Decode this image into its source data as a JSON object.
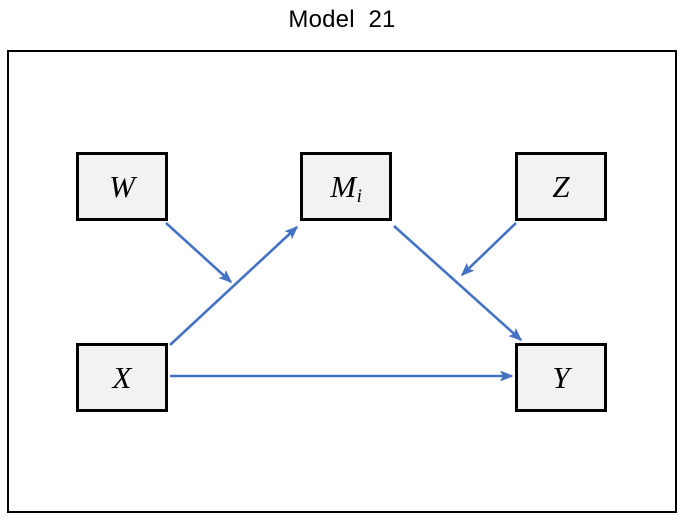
{
  "title": "Model  21",
  "frame": {
    "border_color": "#000000",
    "background": "#ffffff"
  },
  "style": {
    "arrow_color": "#4472C4",
    "box_fill": "#F2F2F2",
    "box_border": "#000000",
    "text_color": "#000000"
  },
  "nodes": [
    {
      "id": "W",
      "label": "W",
      "role": "moderator-of-a-path"
    },
    {
      "id": "M",
      "label": "M",
      "subscript": "i",
      "role": "mediator"
    },
    {
      "id": "Z",
      "label": "Z",
      "role": "moderator-of-b-path"
    },
    {
      "id": "X",
      "label": "X",
      "role": "independent-variable"
    },
    {
      "id": "Y",
      "label": "Y",
      "role": "dependent-variable"
    }
  ],
  "edges": [
    {
      "from": "X",
      "to": "M",
      "kind": "direct"
    },
    {
      "from": "M",
      "to": "Y",
      "kind": "direct"
    },
    {
      "from": "X",
      "to": "Y",
      "kind": "direct"
    },
    {
      "from": "W",
      "to": "X->M",
      "kind": "moderation"
    },
    {
      "from": "Z",
      "to": "M->Y",
      "kind": "moderation"
    }
  ]
}
